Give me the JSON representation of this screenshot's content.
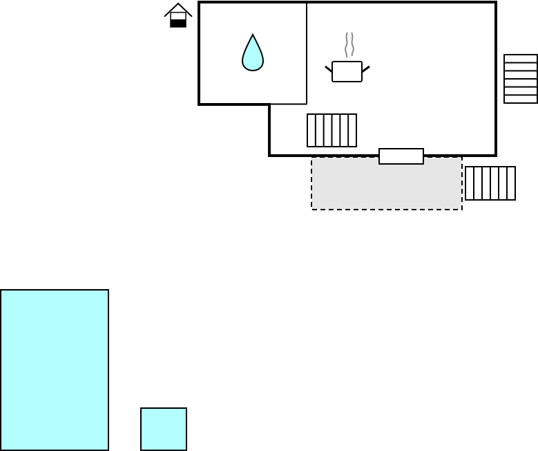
{
  "title": "",
  "colors": {
    "wall": "#000000",
    "water": "#b3ffff",
    "terrace": "#e6e6e6",
    "steam": "#888888",
    "background": "#ffffff"
  },
  "icons": {
    "house": "house-icon",
    "bathroom": "water-drop-icon",
    "kitchen": "cooking-pot-icon"
  },
  "elements": [
    "house-entrance",
    "bathroom",
    "kitchen",
    "staircase-inside",
    "staircase-right",
    "staircase-terrace",
    "terrace",
    "door",
    "pool-large",
    "pool-small"
  ]
}
